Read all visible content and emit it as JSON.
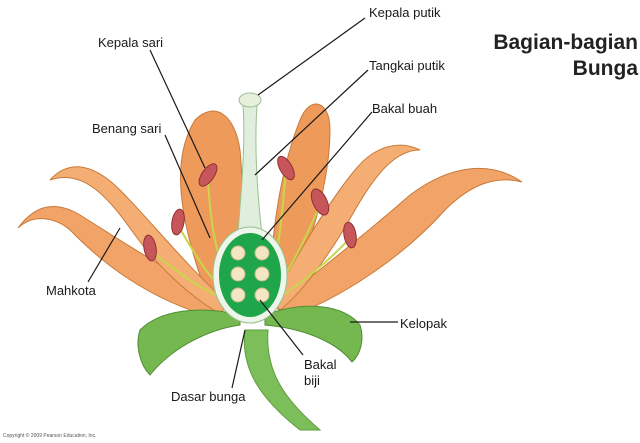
{
  "title": {
    "line1": "Bagian-bagian",
    "line2": "Bunga"
  },
  "labels": {
    "kepala_putik": "Kepala putik",
    "kepala_sari": "Kepala sari",
    "tangkai_putik": "Tangkai putik",
    "bakal_buah": "Bakal buah",
    "benang_sari": "Benang sari",
    "mahkota": "Mahkota",
    "kelopak": "Kelopak",
    "bakal_biji_line1": "Bakal",
    "bakal_biji_line2": "biji",
    "dasar_bunga": "Dasar bunga"
  },
  "copyright": "Copyright © 2009 Pearson Education, Inc.",
  "colors": {
    "petal": "#f0a064",
    "petal_dark": "#d97a3a",
    "sepal": "#74b84f",
    "stem": "#7cbf5a",
    "ovary_green": "#1fa64b",
    "ovule": "#f3e6c4",
    "anther": "#c7565a",
    "filament": "#c8d64a",
    "pistil": "#dfeedd"
  }
}
